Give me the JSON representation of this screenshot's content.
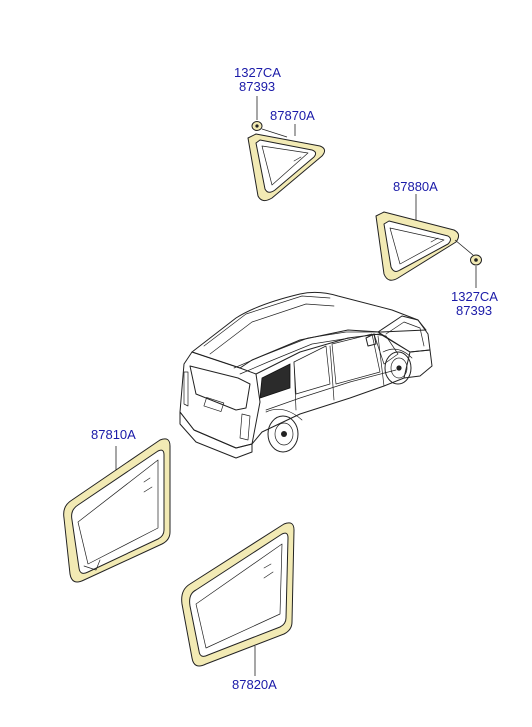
{
  "colors": {
    "label": "#1a1aa8",
    "line": "#222222",
    "seal": "#f2eab4",
    "background": "#ffffff"
  },
  "labels": {
    "clip_top_part": "1327CA",
    "clip_top_sub": "87393",
    "quarter_glass_upper_right": "87870A",
    "quarter_glass_front_right": "87880A",
    "clip_right_part": "1327CA",
    "clip_right_sub": "87393",
    "quarter_glass_rear_left": "87810A",
    "quarter_glass_rear_right": "87820A"
  }
}
